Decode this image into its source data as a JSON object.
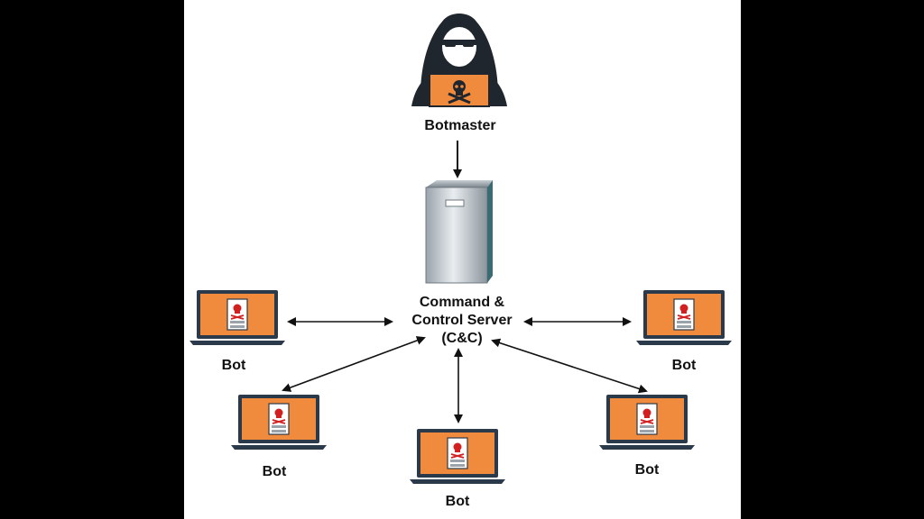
{
  "diagram": {
    "botmaster_label": "Botmaster",
    "server_label_lines": [
      "Command &",
      "Control Server",
      "(C&C)"
    ],
    "bot_label": "Bot",
    "colors": {
      "accent": "#f08a3c",
      "frame": "#2b3a4a",
      "background_panel": "#ffffff",
      "outer_background": "#000000"
    },
    "icons": [
      "hacker-icon",
      "server-icon",
      "laptop-icon",
      "skull-icon"
    ]
  }
}
